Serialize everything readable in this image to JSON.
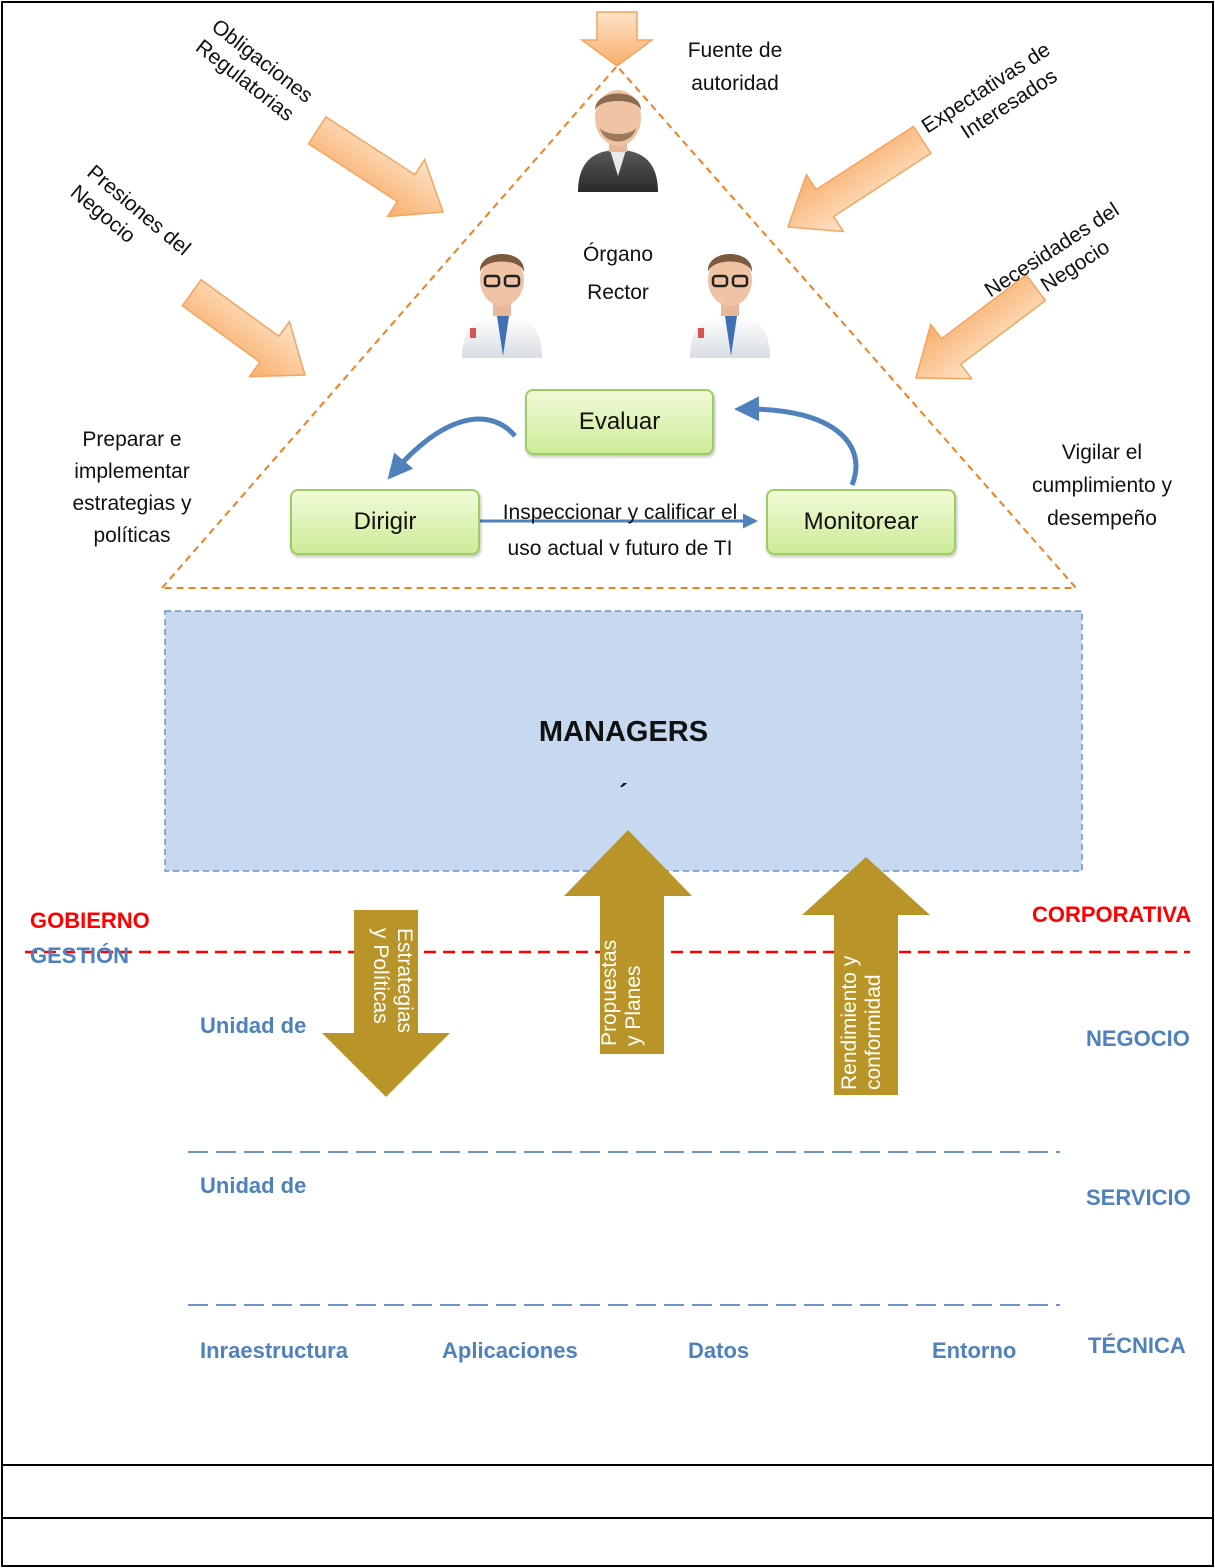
{
  "source_of_authority": {
    "line1": "Fuente de",
    "line2": "autoridad"
  },
  "pressures": {
    "regulatory": {
      "line1": "Obligaciones",
      "line2": "Regulatorias"
    },
    "business_pressures": {
      "line1": "Presiones del",
      "line2": "Negocio"
    },
    "stakeholders": {
      "line1": "Expectativas de",
      "line2": "Interesados"
    },
    "business_needs": {
      "line1": "Necesidades del",
      "line2": "Negocio"
    }
  },
  "governing_body": {
    "line1": "Órgano",
    "line2": "Rector"
  },
  "cycle": {
    "evaluate": "Evaluar",
    "direct": "Dirigir",
    "monitor": "Monitorear",
    "inspect_line1": "Inspeccionar y calificar el",
    "inspect_line2": "uso actual y futuro de TI"
  },
  "side_notes": {
    "left": [
      "Preparar e",
      "implementar",
      "estrategias y",
      "políticas"
    ],
    "right": [
      "Vigilar el",
      "cumplimiento y",
      "desempeño"
    ]
  },
  "managers": {
    "title": "MANAGERS",
    "subtitle": "´"
  },
  "flows": {
    "down": {
      "line1": "Estrategias",
      "line2": "y Políticas"
    },
    "up_proposals": {
      "line1": "Propuestas",
      "line2": "y Planes"
    },
    "up_performance": {
      "line1": "Rendimiento y",
      "line2": "conformidad"
    }
  },
  "levels": {
    "governance": "GOBIERNO",
    "corporate": "CORPORATIVA",
    "management": "GESTIÓN",
    "business_unit": "Unidad de",
    "business": "NEGOCIO",
    "service_unit": "Unidad de",
    "service": "SERVICIO",
    "technical": "TÉCNICA",
    "tech_items": [
      "Inraestructura",
      "Aplicaciones",
      "Datos",
      "Entorno"
    ]
  },
  "colors": {
    "arrow_fill": "#fcc28e",
    "triangle": "#f07f1e",
    "box_green": "#cdeb98",
    "managers_fill": "#c6d9f1",
    "gold": "#b99529",
    "red_line": "#ff0000",
    "blue_text": "#4f81bd"
  }
}
